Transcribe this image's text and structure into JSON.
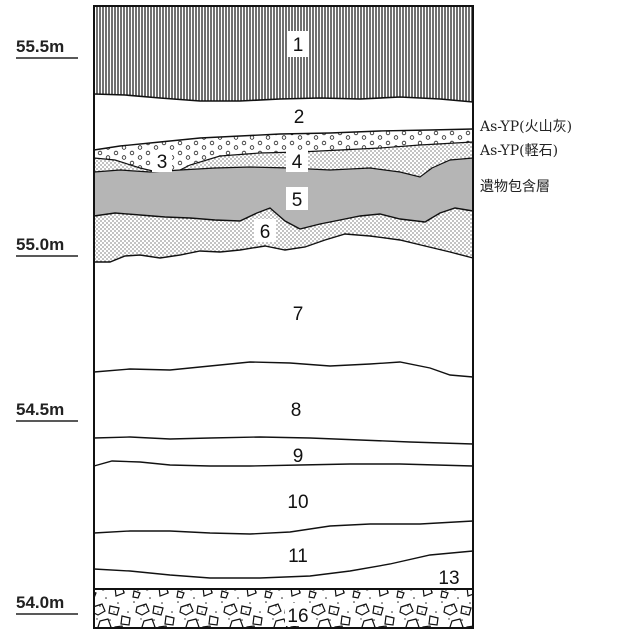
{
  "elevations": [
    "55.5m",
    "55.0m",
    "54.5m",
    "54.0m"
  ],
  "layers": [
    "1",
    "2",
    "3",
    "4",
    "5",
    "6",
    "7",
    "8",
    "9",
    "10",
    "11",
    "13",
    "16"
  ],
  "annotations": {
    "ash": "As-YP(火山灰)",
    "pumice": "As-YP(軽石)",
    "artifact_layer": "遺物包含層"
  }
}
